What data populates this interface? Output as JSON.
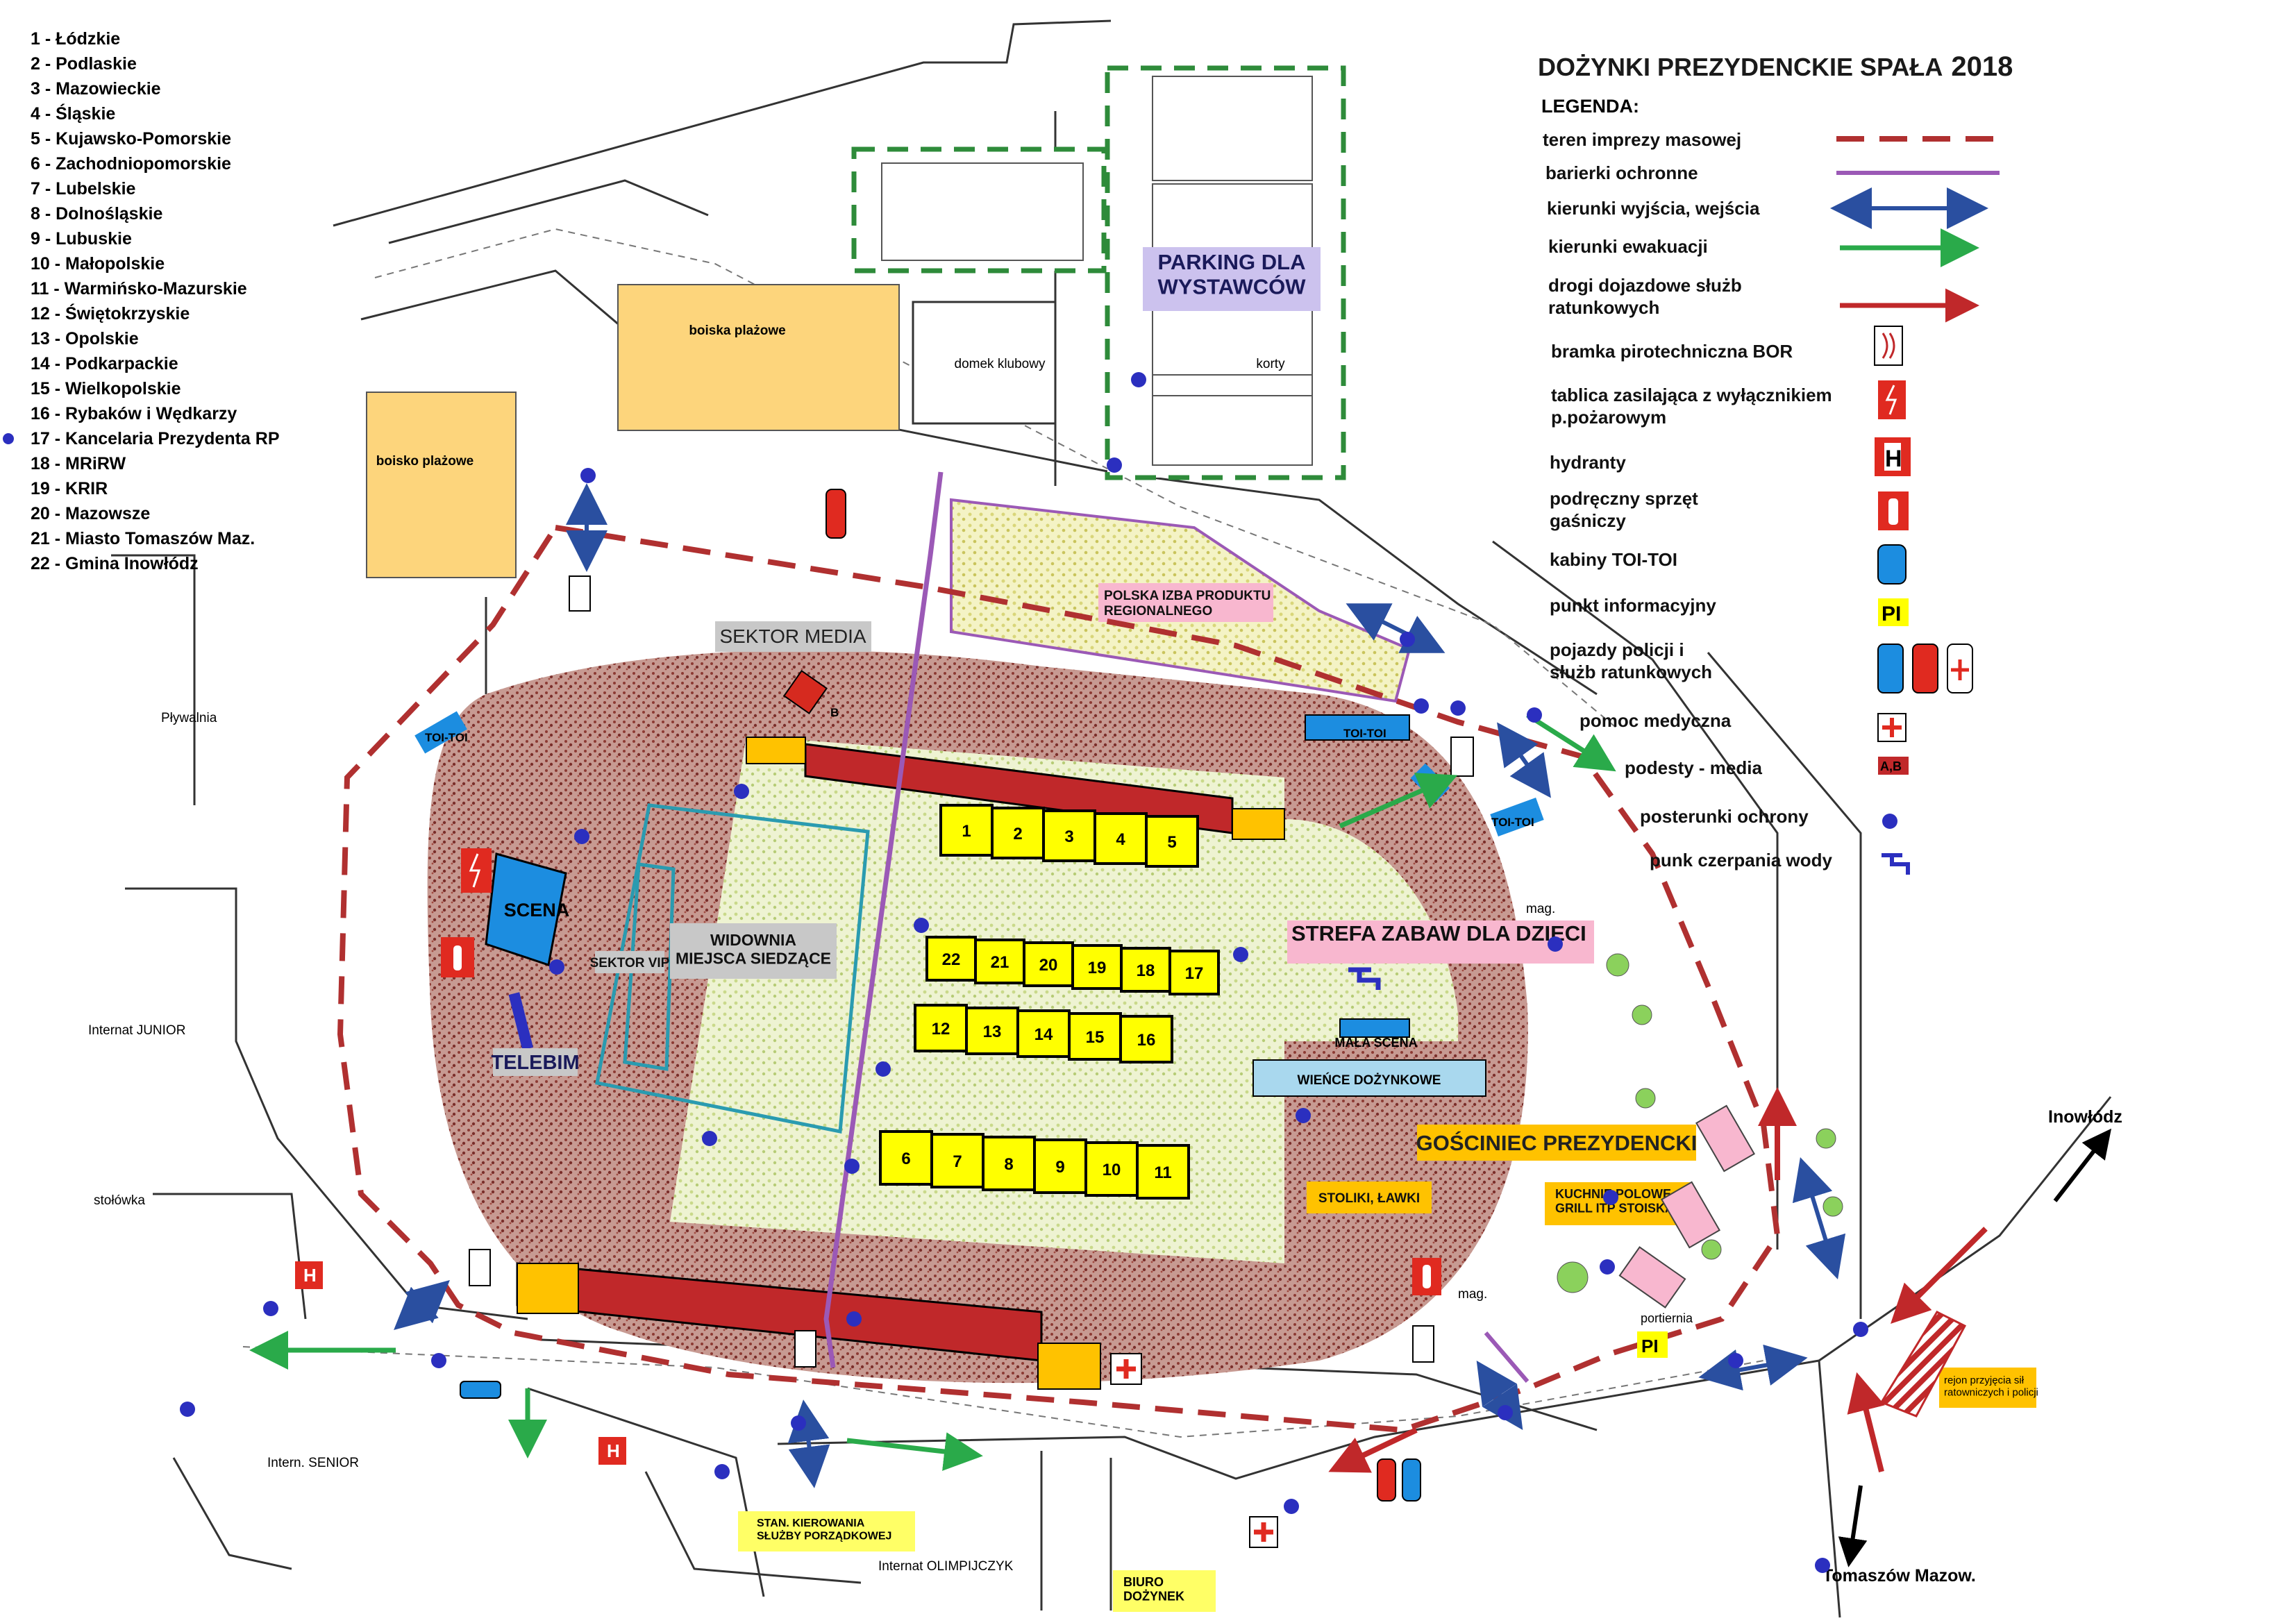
{
  "title": "DOŻYNKI PREZYDENCKIE SPAŁA",
  "year": "2018",
  "legend_header": "LEGENDA:",
  "legend": [
    {
      "id": "teren",
      "label": "teren imprezy masowej",
      "symbol": "dashed-line",
      "color": "#b03030"
    },
    {
      "id": "barierki",
      "label": "barierki ochronne",
      "symbol": "line",
      "color": "#9b59b6"
    },
    {
      "id": "wyjscia",
      "label": "kierunki wyjścia, wejścia",
      "symbol": "double-arrow",
      "color": "#2a4fa0"
    },
    {
      "id": "ewakuacji",
      "label": "kierunki ewakuacji",
      "symbol": "arrow",
      "color": "#2aaa4a"
    },
    {
      "id": "drogi",
      "label": "drogi dojazdowe służb\nratunkowych",
      "symbol": "arrow",
      "color": "#c0282a"
    },
    {
      "id": "bramka",
      "label": "bramka pirotechniczna BOR",
      "symbol": "gate-icon"
    },
    {
      "id": "tablica",
      "label": "tablica zasilająca z wyłącznikiem\np.pożarowym",
      "symbol": "power-switch-icon",
      "color": "#d62a1f"
    },
    {
      "id": "hydranty",
      "label": "hydranty",
      "symbol": "hydrant-icon",
      "color": "#d62a1f"
    },
    {
      "id": "sprzet",
      "label": "podręczny sprzęt\ngaśniczy",
      "symbol": "extinguisher-icon",
      "color": "#d62a1f"
    },
    {
      "id": "toitoi",
      "label": "kabiny TOI-TOI",
      "symbol": "toilet-icon",
      "color": "#1c8de0"
    },
    {
      "id": "info",
      "label": "punkt informacyjny",
      "symbol": "info-point-icon",
      "color": "#ffff00"
    },
    {
      "id": "pojazdy",
      "label": "pojazdy policji i\nsłużb ratunkowych",
      "symbol": "vehicles-icon"
    },
    {
      "id": "pomoc",
      "label": "pomoc medyczna",
      "symbol": "medical-cross-icon",
      "color": "#d62a1f"
    },
    {
      "id": "podesty",
      "label": "podesty - media",
      "symbol": "media-platform-icon",
      "color": "#c0282a"
    },
    {
      "id": "posterunki",
      "label": "posterunki ochrony",
      "symbol": "guard-post-icon",
      "color": "#2b2fbf"
    },
    {
      "id": "woda",
      "label": "punk czerpania wody",
      "symbol": "water-tap-icon",
      "color": "#2b2fbf"
    }
  ],
  "legend_symbols": {
    "ab": "A,B",
    "pi": "PI",
    "h": "H"
  },
  "regions": [
    "1 - Łódzkie",
    "2 - Podlaskie",
    "3 - Mazowieckie",
    "4 - Śląskie",
    "5 - Kujawsko-Pomorskie",
    "6 - Zachodniopomorskie",
    "7 - Lubelskie",
    "8 - Dolnośląskie",
    "9 - Lubuskie",
    "10 - Małopolskie",
    "11 - Warmińsko-Mazurskie",
    "12 - Świętokrzyskie",
    "13 - Opolskie",
    "14 - Podkarpackie",
    "15 - Wielkopolskie",
    "16 - Rybaków i Wędkarzy",
    "17 - Kancelaria Prezydenta RP",
    "18 - MRiRW",
    "19 - KRIR",
    "20 - Mazowsze",
    "21 - Miasto Tomaszów Maz.",
    "22 - Gmina Inowłódz"
  ],
  "map_labels": {
    "parking": "PARKING DLA\nWYSTAWCÓW",
    "boiska_plazowe": "boiska plażowe",
    "boisko_plazowe": "boisko plażowe",
    "domek_klubowy": "domek klubowy",
    "korty": "korty",
    "polska_izba": "POLSKA IZBA PRODUKTU\nREGIONALNEGO",
    "sektor_media": "SEKTOR  MEDIA",
    "b": "B",
    "plywalnia": "Pływalnia",
    "toi_toi": "TOI-TOI",
    "scena": "SCENA",
    "widownia": "WIDOWNIA\nMIEJSCA SIEDZĄCE",
    "sektor_vip": "SEKTOR VIP",
    "telebim": "TELEBIM",
    "internat_junior": "Internat JUNIOR",
    "stolowka": "stołówka",
    "strefa": "STREFA ZABAW DLA DZIECI",
    "mag": "mag.",
    "mala_scena": "MAŁA SCENA",
    "wience": "WIEŃCE DOŻYNKOWE",
    "gosciniec": "GOŚCINIEC PREZYDENCKI",
    "stoliki": "STOLIKI, ŁAWKI",
    "kuchnie": "KUCHNIE POLOWE,\nGRILL ITP STOISKA",
    "portiernia": "portiernia",
    "pi": "PI",
    "inowlodz": "Inowłódz",
    "tomaszow": "Tomaszów Mazow.",
    "rejon": "rejon przyjęcia sił\nratowniczych i policji",
    "intern_senior": "Intern. SENIOR",
    "stan_kierowania": "STAN. KIEROWANIA\nSŁUŻBY PORZĄDKOWEJ",
    "internat_olimpijczyk": "Internat OLIMPIJCZYK",
    "biuro": "BIURO\nDOŻYNEK"
  },
  "stalls_row_a": [
    "1",
    "2",
    "3",
    "4",
    "5"
  ],
  "stalls_row_b": [
    "22",
    "21",
    "20",
    "19",
    "18",
    "17"
  ],
  "stalls_row_c": [
    "12",
    "13",
    "14",
    "15",
    "16"
  ],
  "stalls_row_d": [
    "6",
    "7",
    "8",
    "9",
    "10",
    "11"
  ],
  "colors": {
    "stall": "#ffff00",
    "dirt": "#8c3a33",
    "grass": "#d9e8a6",
    "guard": "#2b2fbf",
    "toilet": "#1c8de0",
    "red_sign": "#e02a20",
    "tribune": "#c0282a",
    "field_orange": "#ffd27a",
    "parking_bg": "#ccc2ee",
    "strefa_bg": "#f8b7cf",
    "gosciniec_bg": "#ffc200",
    "gray_label": "#c8c8c8"
  }
}
